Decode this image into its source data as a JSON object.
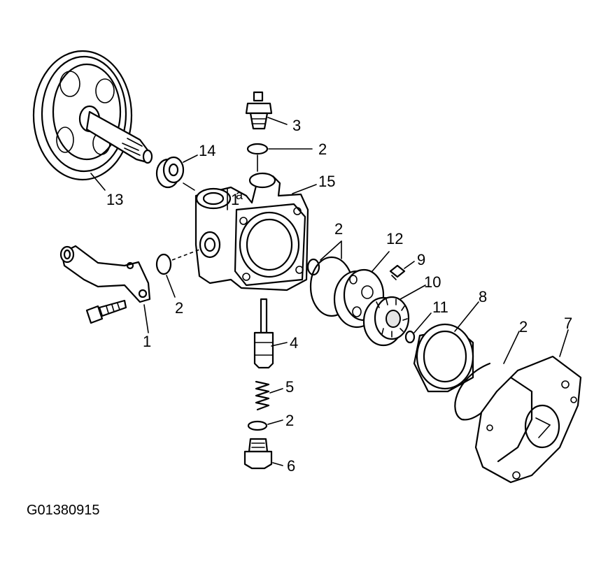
{
  "figure_code": "G01380915",
  "callouts": {
    "c1_flange": "1",
    "c1_body": "1",
    "c2_top": "2",
    "c2_left": "2",
    "c2_mid": "2",
    "c2_right": "2",
    "c2_bottom": "2",
    "c3": "3",
    "c4": "4",
    "c5": "5",
    "c6": "6",
    "c7": "7",
    "c8": "8",
    "c9": "9",
    "c10": "10",
    "c11": "11",
    "c12": "12",
    "c13": "13",
    "c14": "14",
    "c15": "15",
    "body_letter": "a"
  }
}
